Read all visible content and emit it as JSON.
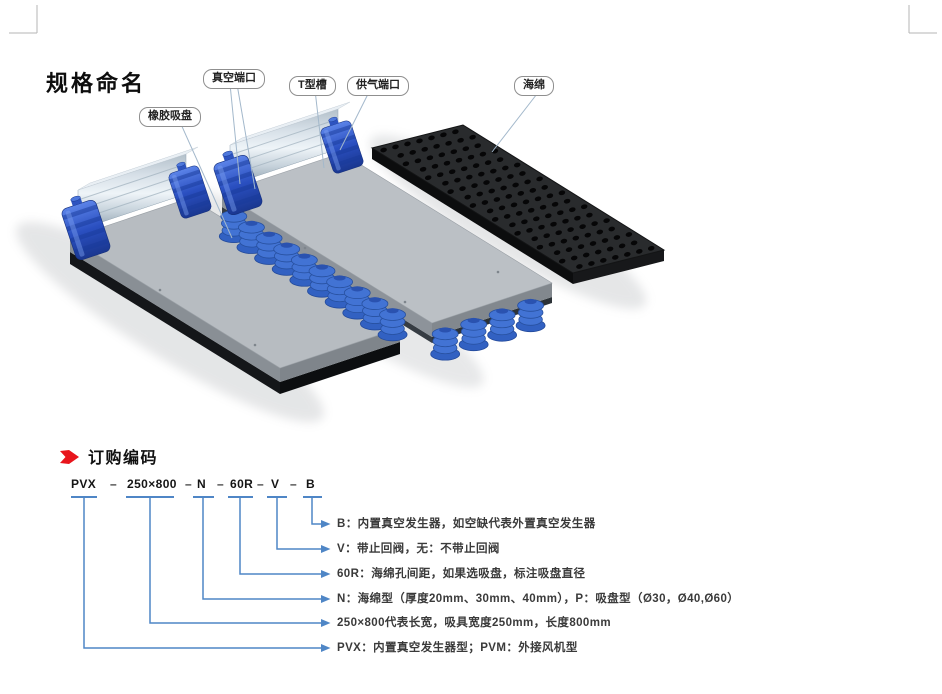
{
  "header": {
    "spec_title": "规格命名"
  },
  "callouts": [
    {
      "label": "橡胶吸盘"
    },
    {
      "label": "真空端口"
    },
    {
      "label": "T型槽"
    },
    {
      "label": "供气端口"
    },
    {
      "label": "海绵"
    }
  ],
  "ordering": {
    "heading": "订购编码",
    "code": [
      {
        "t": "PVX"
      },
      {
        "t": "–"
      },
      {
        "t": "250×800"
      },
      {
        "t": "–"
      },
      {
        "t": "N"
      },
      {
        "t": "–"
      },
      {
        "t": "60R"
      },
      {
        "t": "–"
      },
      {
        "t": "V"
      },
      {
        "t": "–"
      },
      {
        "t": "B"
      }
    ],
    "explanations": [
      {
        "text": "B：内置真空发生器，如空缺代表外置真空发生器"
      },
      {
        "text": "V：带止回阀，无：不带止回阀"
      },
      {
        "text": "60R：海绵孔间距，如果选吸盘，标注吸盘直径"
      },
      {
        "text": "N：海绵型（厚度20mm、30mm、40mm），P：吸盘型（Ø30，Ø40,Ø60）"
      },
      {
        "text": "250×800代表长宽，吸具宽度250mm，长度800mm"
      },
      {
        "text": "PVX：内置真空发生器型；PVM：外接风机型"
      }
    ]
  },
  "colors": {
    "connector_blue": "#4f86c6",
    "bullet_red": "#e8151c",
    "cap_blue": "#2e57c9",
    "cup_blue": "#3f6fd0",
    "leader_line": "#a3b8cb"
  }
}
